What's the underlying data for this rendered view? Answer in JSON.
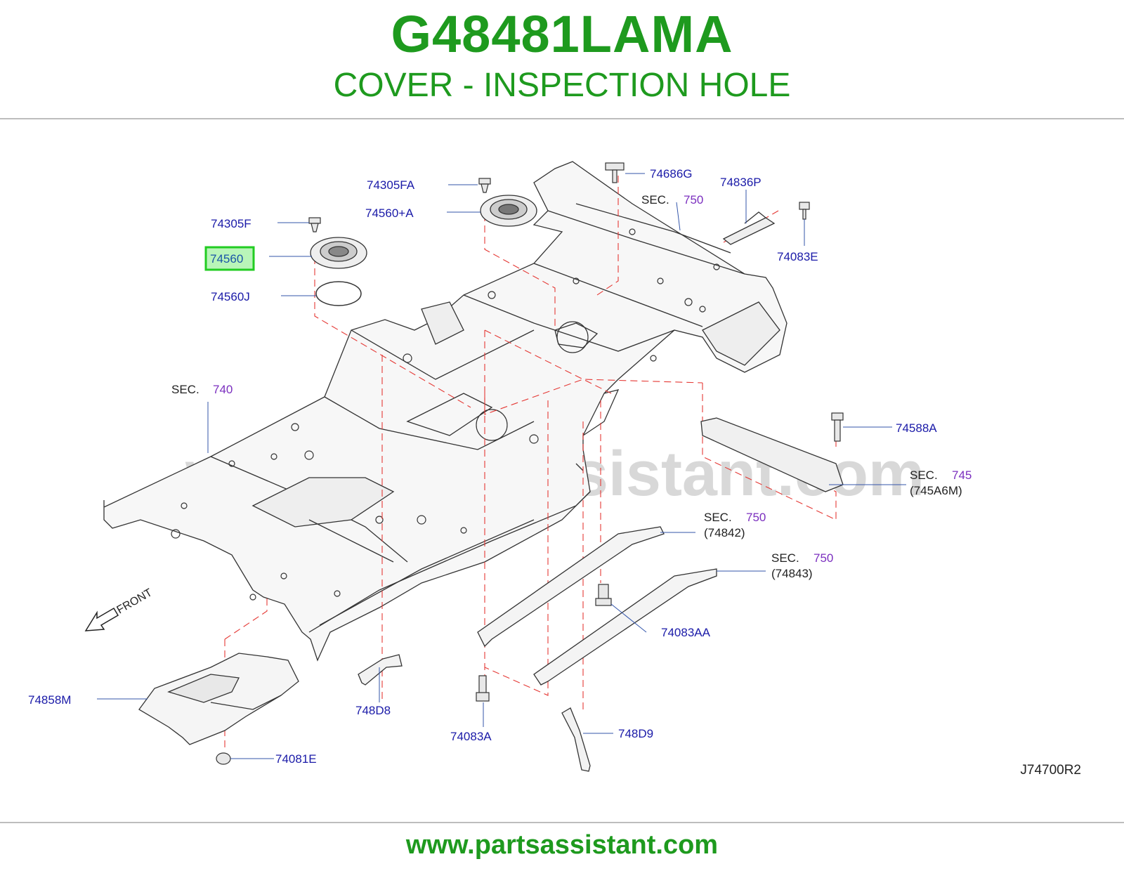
{
  "header": {
    "part_number": "G48481LAMA",
    "description": "COVER - INSPECTION HOLE"
  },
  "diagram": {
    "highlighted_part": "74560",
    "watermark": "www.partsassistant.com",
    "drawing_id": "J74700R2",
    "front_label": "FRONT",
    "callouts": {
      "p74305FA": "74305FA",
      "p74560A": "74560+A",
      "p74305F": "74305F",
      "p74560": "74560",
      "p74560J": "74560J",
      "p74686G": "74686G",
      "p74836P": "74836P",
      "p74083E": "74083E",
      "p74588A": "74588A",
      "p74083AA": "74083AA",
      "p74858M": "74858M",
      "p748D8": "748D8",
      "p74083A": "74083A",
      "p748D9": "748D9",
      "p74081E": "74081E"
    },
    "sections": {
      "sec740": {
        "label": "SEC.",
        "number": "740"
      },
      "sec750top": {
        "label": "SEC.",
        "number": "750"
      },
      "sec745": {
        "label": "SEC.",
        "number": "745",
        "ref": "(745A6M)"
      },
      "sec750a": {
        "label": "SEC.",
        "number": "750",
        "ref": "(74842)"
      },
      "sec750b": {
        "label": "SEC.",
        "number": "750",
        "ref": "(74843)"
      }
    },
    "colors": {
      "callout_text": "#1a1aa8",
      "section_number": "#7b2fbf",
      "highlight": "#22cc22",
      "leader_dash": "#e53935",
      "brand_green": "#1e9a1e"
    }
  },
  "footer": {
    "url": "www.partsassistant.com"
  }
}
